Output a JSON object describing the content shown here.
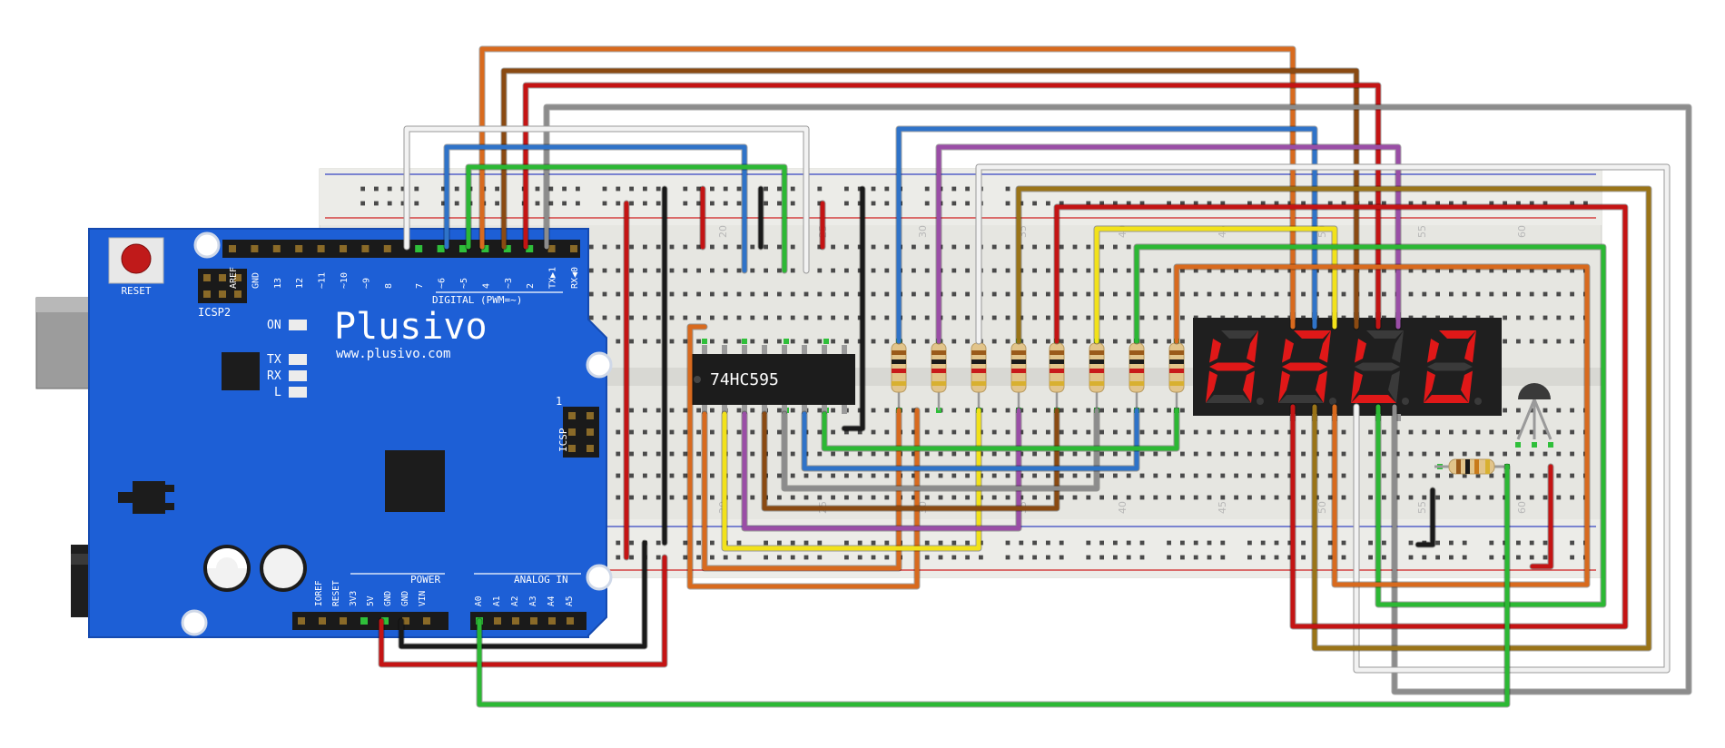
{
  "arduino": {
    "reset_label": "RESET",
    "icsp2_label": "ICSP2",
    "brand": "Plusivo",
    "url": "www.plusivo.com",
    "on_label": "ON",
    "tx_label": "TX",
    "rx_label": "RX",
    "l_label": "L",
    "icsp_label": "ICSP",
    "icsp_pin1": "1",
    "digital_label": "DIGITAL (PWM=~)",
    "digital_pins": [
      "AREF",
      "GND",
      "13",
      "12",
      "~11",
      "~10",
      "~9",
      "8",
      "7",
      "~6",
      "~5",
      "4",
      "~3",
      "2",
      "TX▶1",
      "RX◀0"
    ],
    "power_label": "POWER",
    "power_pins": [
      "IOREF",
      "RESET",
      "3V3",
      "5V",
      "GND",
      "GND",
      "VIN"
    ],
    "analog_label": "ANALOG IN",
    "analog_pins": [
      "A0",
      "A1",
      "A2",
      "A3",
      "A4",
      "A5"
    ]
  },
  "breadboard": {
    "column_numbers": [
      "20",
      "25",
      "30",
      "35",
      "40",
      "45",
      "50",
      "55",
      "60"
    ]
  },
  "shift_register": {
    "label": "74HC595"
  },
  "display": {
    "text": "HALO",
    "segment_color": "#e01818"
  },
  "colors": {
    "arduino_blue": "#1d5fd6",
    "breadboard": "#e8e8e4",
    "wire_orange": "#d86a1e",
    "wire_brown": "#8a4a12",
    "wire_red": "#c41414",
    "wire_gray": "#8c8c8c",
    "wire_white": "#f2f2f2",
    "wire_blue": "#2f73c8",
    "wire_green": "#2cb834",
    "wire_purple": "#9a4ea6",
    "wire_yellow": "#f2e21a",
    "wire_black": "#1a1a1a",
    "wire_olive": "#9a7418"
  }
}
